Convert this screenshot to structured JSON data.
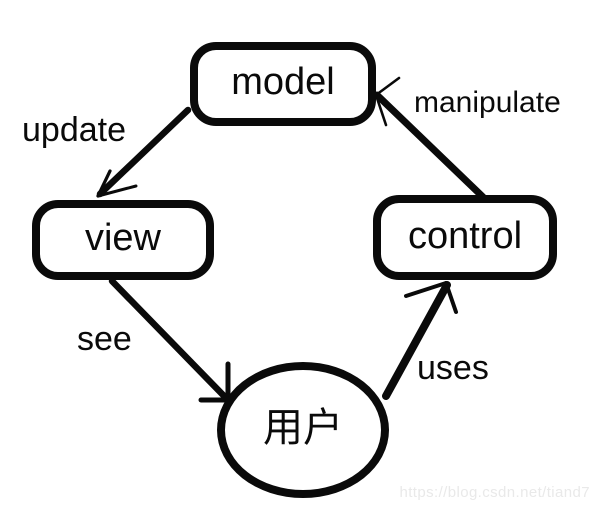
{
  "diagram": {
    "type": "mvc-relationship-diagram",
    "nodes": {
      "model": {
        "label": "model",
        "shape": "rounded-rect"
      },
      "view": {
        "label": "view",
        "shape": "rounded-rect"
      },
      "control": {
        "label": "control",
        "shape": "rounded-rect"
      },
      "user": {
        "label": "用户",
        "shape": "ellipse"
      }
    },
    "edges": {
      "update": {
        "label": "update",
        "from": "model",
        "to": "view"
      },
      "see": {
        "label": "see",
        "from": "view",
        "to": "user"
      },
      "uses": {
        "label": "uses",
        "from": "user",
        "to": "control"
      },
      "manipulate": {
        "label": "manipulate",
        "from": "control",
        "to": "model"
      }
    }
  },
  "watermark": {
    "text": "https://blog.csdn.net/tiand7"
  },
  "colors": {
    "stroke": "#0a0a0a",
    "background": "#ffffff",
    "watermark_text": "#e9e9e9"
  }
}
